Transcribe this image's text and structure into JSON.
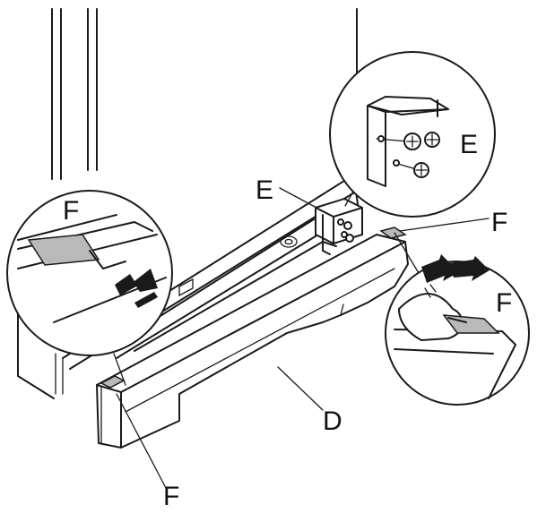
{
  "labels": {
    "e_inset": "E",
    "e_main": "E",
    "f_top_right": "F",
    "f_right_inset": "F",
    "f_left_inset": "F",
    "f_bottom": "F",
    "d": "D"
  }
}
